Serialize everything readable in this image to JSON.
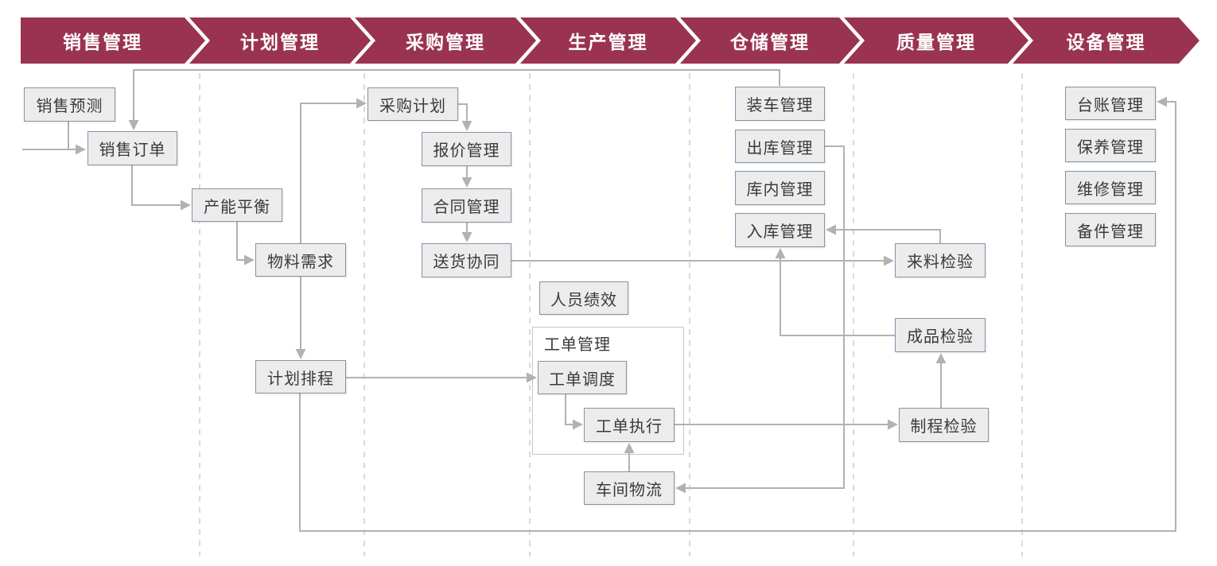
{
  "diagram_type": "flowchart",
  "colors": {
    "banner": "#9a3352",
    "banner_text": "#ffffff",
    "node_fill": "#ececec",
    "node_border": "#8494a8",
    "node_text": "#3a3a3a",
    "connector": "#b2b2b2",
    "divider_dash": "#cdcdcd",
    "group_border": "#c6c6c6"
  },
  "header": {
    "segments": [
      {
        "id": "sales-mgmt",
        "label": "销售管理"
      },
      {
        "id": "plan-mgmt",
        "label": "计划管理"
      },
      {
        "id": "purchase-mgmt",
        "label": "采购管理"
      },
      {
        "id": "production-mgmt",
        "label": "生产管理"
      },
      {
        "id": "warehouse-mgmt",
        "label": "仓储管理"
      },
      {
        "id": "quality-mgmt",
        "label": "质量管理"
      },
      {
        "id": "equipment-mgmt",
        "label": "设备管理"
      }
    ]
  },
  "groups": {
    "work_order": {
      "label": "工单管理"
    }
  },
  "boxes": [
    {
      "id": "sales-forecast",
      "label": "销售预测",
      "column": "销售管理"
    },
    {
      "id": "sales-order",
      "label": "销售订单",
      "column": "销售管理"
    },
    {
      "id": "capacity-balance",
      "label": "产能平衡",
      "column": "计划管理"
    },
    {
      "id": "material-requirements",
      "label": "物料需求",
      "column": "计划管理"
    },
    {
      "id": "plan-scheduling",
      "label": "计划排程",
      "column": "计划管理"
    },
    {
      "id": "purchase-plan",
      "label": "采购计划",
      "column": "采购管理"
    },
    {
      "id": "quotation-mgmt",
      "label": "报价管理",
      "column": "采购管理"
    },
    {
      "id": "contract-mgmt",
      "label": "合同管理",
      "column": "采购管理"
    },
    {
      "id": "delivery-collaboration",
      "label": "送货协同",
      "column": "采购管理"
    },
    {
      "id": "personnel-performance",
      "label": "人员绩效",
      "column": "生产管理"
    },
    {
      "id": "work-order-dispatch",
      "label": "工单调度",
      "column": "生产管理"
    },
    {
      "id": "work-order-execution",
      "label": "工单执行",
      "column": "生产管理"
    },
    {
      "id": "workshop-logistics",
      "label": "车间物流",
      "column": "生产管理"
    },
    {
      "id": "loading-mgmt",
      "label": "装车管理",
      "column": "仓储管理"
    },
    {
      "id": "outbound-mgmt",
      "label": "出库管理",
      "column": "仓储管理"
    },
    {
      "id": "in-warehouse-mgmt",
      "label": "库内管理",
      "column": "仓储管理"
    },
    {
      "id": "inbound-mgmt",
      "label": "入库管理",
      "column": "仓储管理"
    },
    {
      "id": "incoming-inspection",
      "label": "来料检验",
      "column": "质量管理"
    },
    {
      "id": "finished-goods-inspection",
      "label": "成品检验",
      "column": "质量管理"
    },
    {
      "id": "in-process-inspection",
      "label": "制程检验",
      "column": "质量管理"
    },
    {
      "id": "ledger-mgmt",
      "label": "台账管理",
      "column": "设备管理"
    },
    {
      "id": "maintenance-mgmt",
      "label": "保养管理",
      "column": "设备管理"
    },
    {
      "id": "repair-mgmt",
      "label": "维修管理",
      "column": "设备管理"
    },
    {
      "id": "spare-parts-mgmt",
      "label": "备件管理",
      "column": "设备管理"
    }
  ],
  "edges": [
    {
      "from": "external-left",
      "to": "sales-order"
    },
    {
      "from": "sales-forecast",
      "to": "sales-order"
    },
    {
      "from": "loading-mgmt",
      "to": "sales-order"
    },
    {
      "from": "sales-order",
      "to": "capacity-balance"
    },
    {
      "from": "capacity-balance",
      "to": "material-requirements"
    },
    {
      "from": "material-requirements",
      "to": "purchase-plan"
    },
    {
      "from": "material-requirements",
      "to": "plan-scheduling"
    },
    {
      "from": "purchase-plan",
      "to": "quotation-mgmt"
    },
    {
      "from": "quotation-mgmt",
      "to": "contract-mgmt"
    },
    {
      "from": "contract-mgmt",
      "to": "delivery-collaboration"
    },
    {
      "from": "delivery-collaboration",
      "to": "incoming-inspection"
    },
    {
      "from": "incoming-inspection",
      "to": "inbound-mgmt"
    },
    {
      "from": "finished-goods-inspection",
      "to": "inbound-mgmt"
    },
    {
      "from": "in-process-inspection",
      "to": "finished-goods-inspection"
    },
    {
      "from": "work-order-execution",
      "to": "in-process-inspection"
    },
    {
      "from": "outbound-mgmt",
      "to": "workshop-logistics"
    },
    {
      "from": "workshop-logistics",
      "to": "work-order-execution"
    },
    {
      "from": "work-order-dispatch",
      "to": "work-order-execution"
    },
    {
      "from": "plan-scheduling",
      "to": "work-order-dispatch"
    },
    {
      "from": "plan-scheduling",
      "to": "ledger-mgmt"
    }
  ]
}
